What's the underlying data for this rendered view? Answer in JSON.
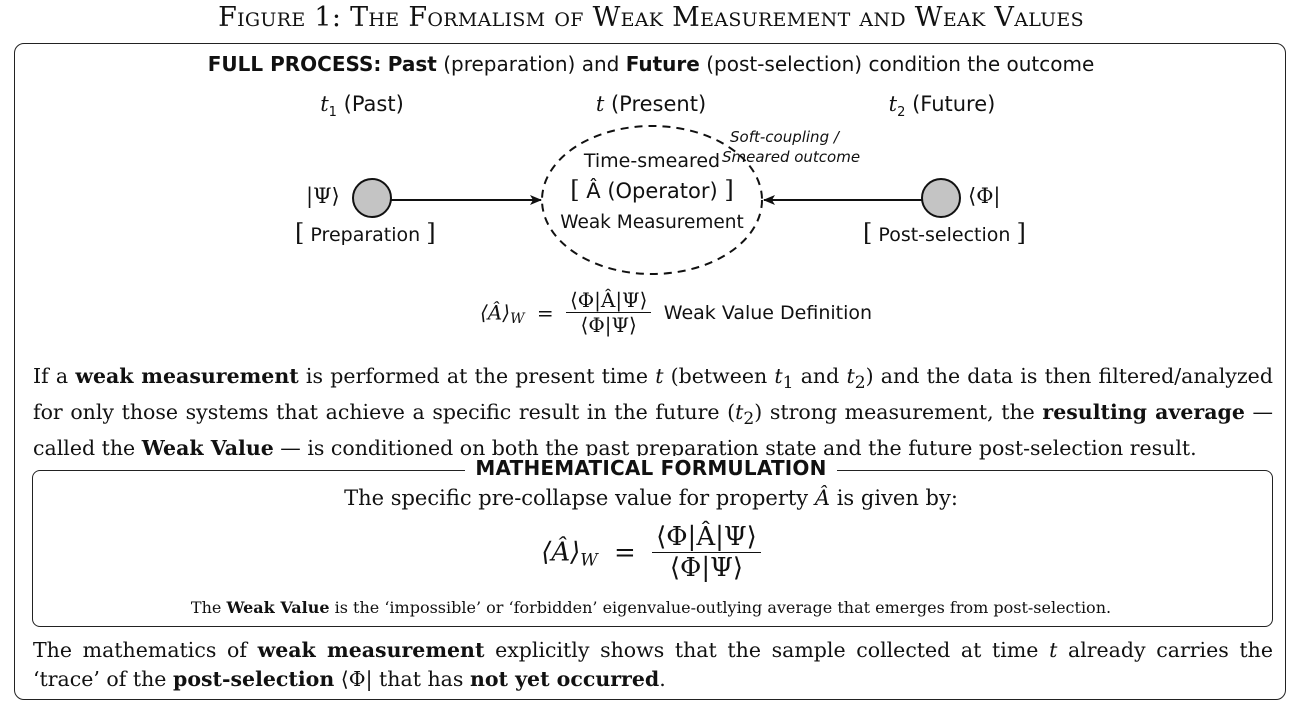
{
  "figure": {
    "title": "Figure 1: The Formalism of Weak Measurement and Weak Values"
  },
  "process": {
    "header_bold1": "FULL PROCESS:",
    "header_bold2": "Past",
    "header_text1": "(preparation) and",
    "header_bold3": "Future",
    "header_text2": "(post-selection) condition the outcome"
  },
  "timeline": {
    "past": {
      "symbol": "t",
      "sub": "1",
      "label": "(Past)"
    },
    "present": {
      "symbol": "t",
      "label": "(Present)"
    },
    "future": {
      "symbol": "t",
      "sub": "2",
      "label": "(Future)"
    }
  },
  "nodes": {
    "preparation_state": "|Ψ⟩",
    "preparation_label": "Preparation",
    "postselection_state": "⟨Φ|",
    "postselection_label": "Post-selection"
  },
  "center": {
    "line1": "Time-smeared",
    "operator": "Â (Operator)",
    "line3": "Weak Measurement",
    "soft_coupling_1": "Soft-coupling /",
    "soft_coupling_2": "Smeared outcome"
  },
  "weak_value_formula": {
    "lhs": "⟨Â⟩",
    "lhs_sub": "W",
    "equals": "=",
    "numerator": "⟨Φ|Â|Ψ⟩",
    "denominator": "⟨Φ|Ψ⟩",
    "caption": "Weak Value Definition"
  },
  "paragraph1": {
    "p1": "If a",
    "b1": "weak measurement",
    "p2": "is performed at the present time",
    "t": "t",
    "p3": "(between",
    "t1": "t",
    "t1_sub": "1",
    "p4": "and",
    "t2": "t",
    "t2_sub": "2",
    "p5": ") and the data is then filtered/analyzed for only those systems that achieve a specific result in the future (",
    "t2b": "t",
    "t2b_sub": "2",
    "p6": ") strong measurement, the",
    "b2": "resulting average",
    "p7": "— called the",
    "b3": "Weak Value",
    "p8": "— is conditioned on both the past preparation state and the future post-selection result."
  },
  "math_box": {
    "heading": "MATHEMATICAL FORMULATION",
    "intro_a": "The specific pre-collapse value for property",
    "intro_op": "Â",
    "intro_b": "is given by:",
    "note_a": "The",
    "note_bold": "Weak Value",
    "note_b": "is the ‘impossible’ or ‘forbidden’ eigenvalue-outlying average that emerges from post-selection."
  },
  "paragraph2": {
    "p1": "The mathematics of",
    "b1": "weak measurement",
    "p2": "explicitly shows that the sample collected at time",
    "t": "t",
    "p3": "already carries the ‘trace’ of the",
    "b2": "post-selection",
    "state": "⟨Φ|",
    "p4": "that has",
    "b3": "not yet occurred",
    "p5": "."
  }
}
